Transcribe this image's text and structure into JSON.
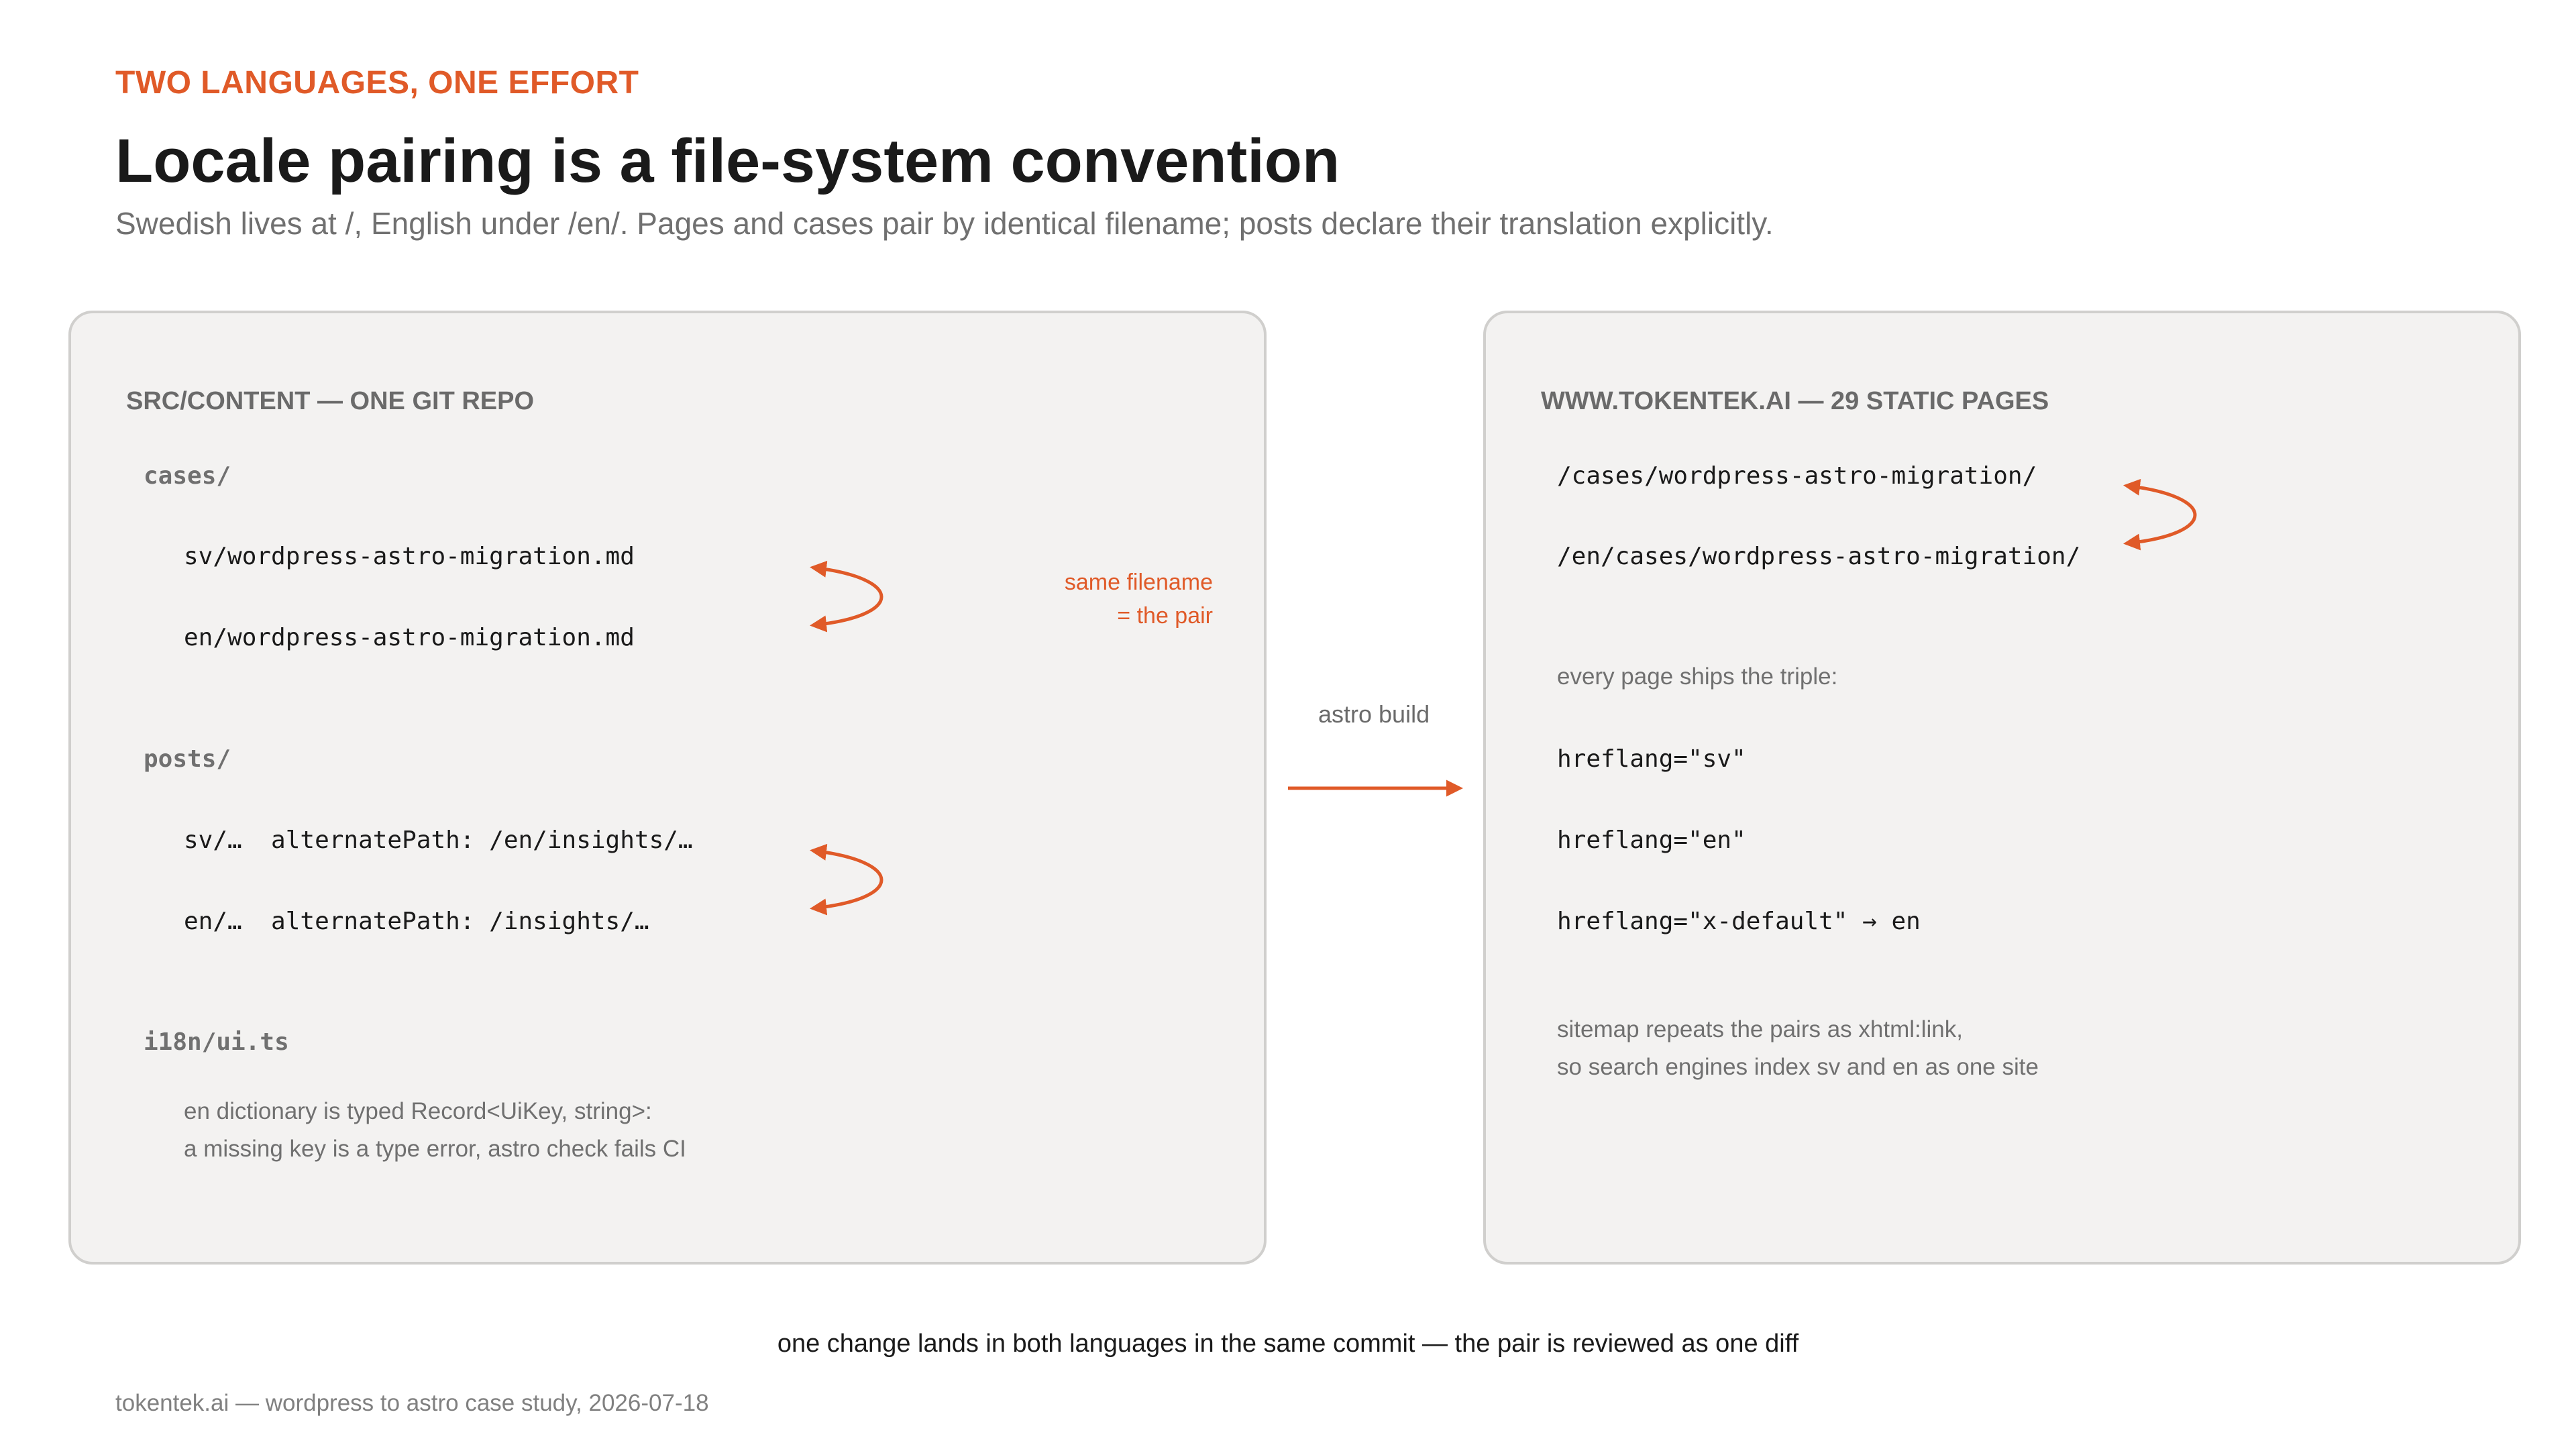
{
  "header": {
    "eyebrow": "TWO LANGUAGES, ONE EFFORT",
    "title": "Locale pairing is a file-system convention",
    "subtitle": "Swedish lives at /, English under /en/. Pages and cases pair by identical filename; posts declare their translation explicitly."
  },
  "source_panel": {
    "heading": "SRC/CONTENT — ONE GIT REPO",
    "cases": {
      "folder": "cases/",
      "sv_file": "sv/wordpress-astro-migration.md",
      "en_file": "en/wordpress-astro-migration.md"
    },
    "annotation": {
      "line1": "same filename",
      "line2": "= the pair"
    },
    "posts": {
      "folder": "posts/",
      "sv_line": "sv/…  alternatePath: /en/insights/…",
      "en_line": "en/…  alternatePath: /insights/…"
    },
    "i18n": {
      "file": "i18n/ui.ts",
      "note_line1": "en dictionary is typed Record<UiKey, string>:",
      "note_line2": "a missing key is a type error, astro check fails CI"
    }
  },
  "build_arrow": {
    "label": "astro build"
  },
  "site_panel": {
    "heading": "WWW.TOKENTEK.AI — 29 STATIC PAGES",
    "sv_url": "/cases/wordpress-astro-migration/",
    "en_url": "/en/cases/wordpress-astro-migration/",
    "triple_intro": "every page ships the triple:",
    "hreflang_sv": "hreflang=\"sv\"",
    "hreflang_en": "hreflang=\"en\"",
    "hreflang_default": "hreflang=\"x-default\" → en",
    "sitemap_line1": "sitemap repeats the pairs as xhtml:link,",
    "sitemap_line2": "so search engines index sv and en as one site"
  },
  "footer": {
    "main": "one change lands in both languages in the same commit — the pair is reviewed as one diff",
    "credit": "tokentek.ai — wordpress to astro case study, 2026-07-18"
  },
  "colors": {
    "accent": "#e05a28",
    "panel_bg": "#f3f2f1",
    "panel_border": "#d0cfcd"
  }
}
